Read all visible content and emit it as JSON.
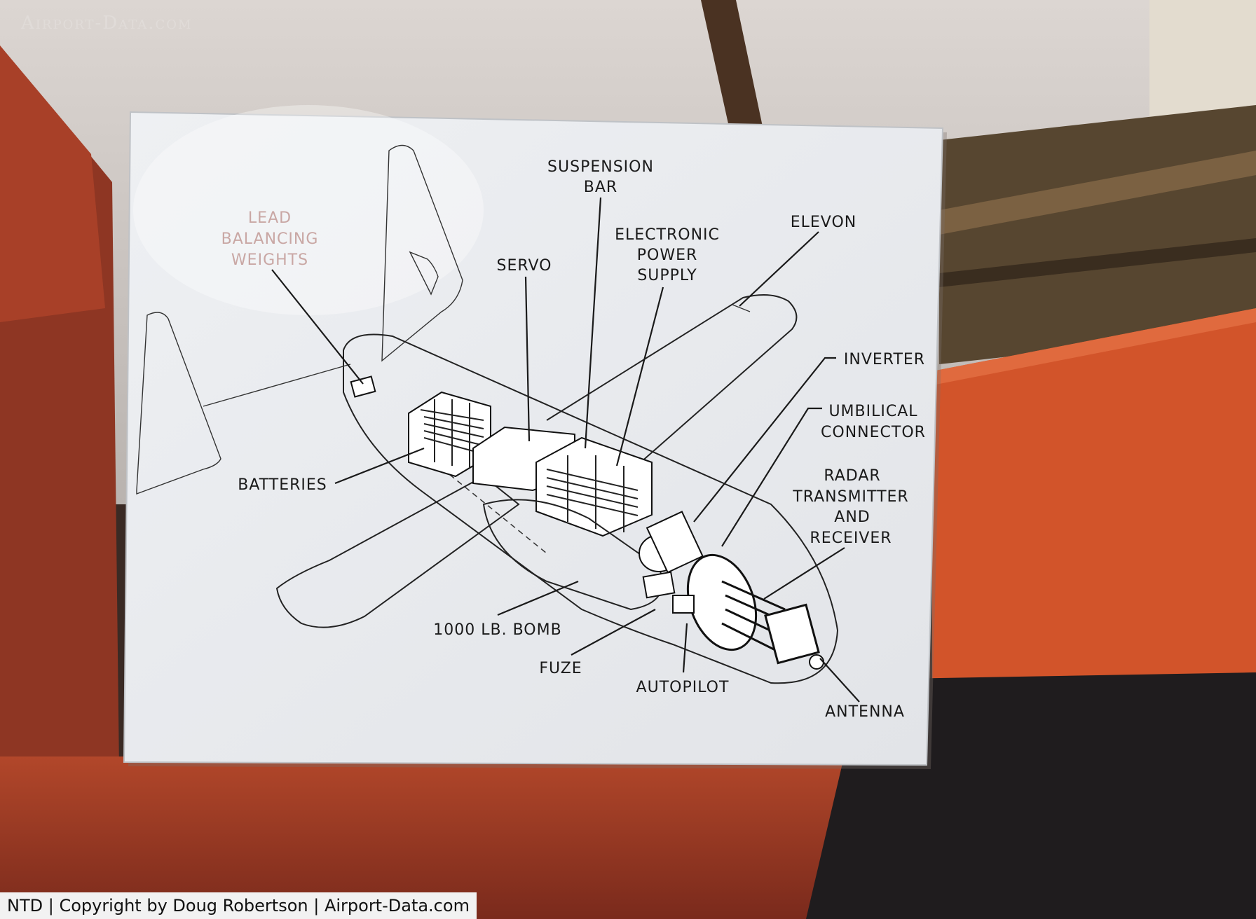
{
  "watermark": "Airport-Data.com",
  "credit": "NTD | Copyright by Doug Robertson | Airport-Data.com",
  "card_labels": {
    "lead_1": "LEAD",
    "lead_2": "BALANCING",
    "lead_3": "WEIGHTS",
    "suspension_1": "SUSPENSION",
    "suspension_2": "BAR",
    "electronic_1": "ELECTRONIC",
    "electronic_2": "POWER",
    "electronic_3": "SUPPLY",
    "servo": "SERVO",
    "elevon": "ELEVON",
    "inverter": "INVERTER",
    "umbilical_1": "UMBILICAL",
    "umbilical_2": "CONNECTOR",
    "radar_1": "RADAR",
    "radar_2": "TRANSMITTER",
    "radar_3": "AND",
    "radar_4": "RECEIVER",
    "batteries": "BATTERIES",
    "bomb": "1000 LB. BOMB",
    "fuze": "FUZE",
    "autopilot": "AUTOPILOT",
    "antenna": "ANTENNA"
  },
  "colors": {
    "wall": "#d7d1cd",
    "orange_structure": "#d2542a",
    "card": "#e9ebee",
    "ink": "#1a1a1a"
  }
}
